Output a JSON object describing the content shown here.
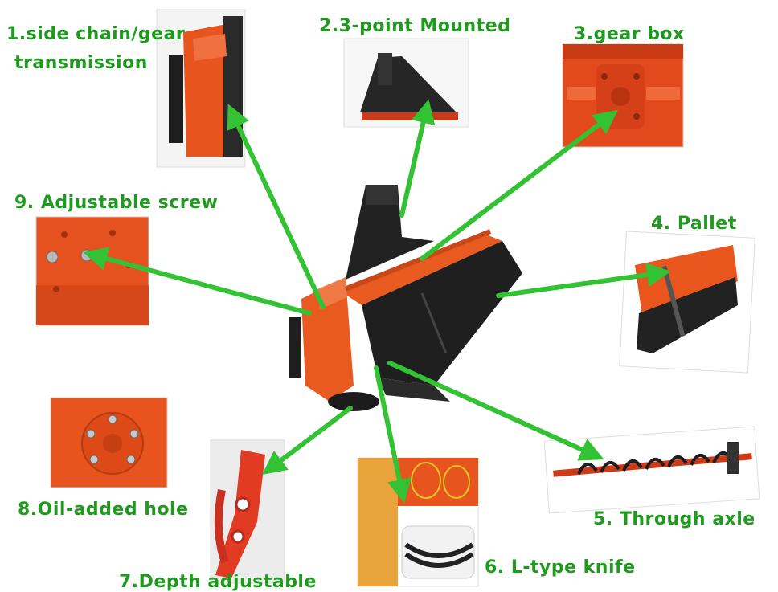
{
  "labels": {
    "side_chain": [
      "1.side chain/gear",
      "transmission"
    ],
    "three_point": "2.3-point Mounted",
    "gear_box": "3.gear box",
    "pallet": "4. Pallet",
    "through_axle": "5. Through axle",
    "l_knife": "6. L-type knife",
    "depth": "7.Depth adjustable",
    "oil_hole": "8.Oil-added hole",
    "adj_screw": "9. Adjustable screw"
  },
  "colors": {
    "label": "#1f9a1f",
    "arrow": "#33c233",
    "machine_orange": "#e85a20",
    "machine_dark": "#2a2a2a"
  }
}
